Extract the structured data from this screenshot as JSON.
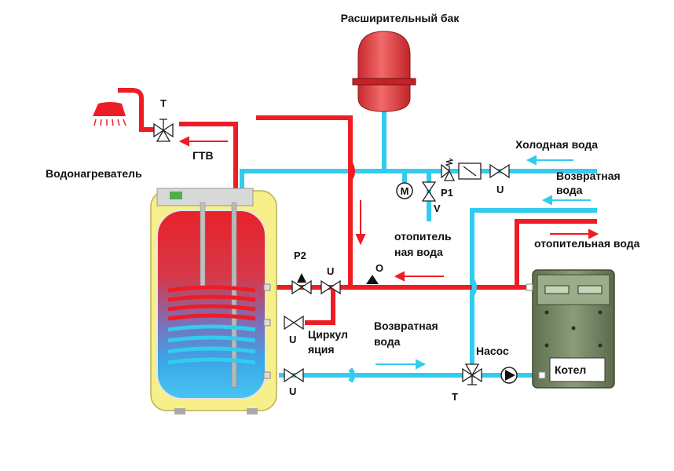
{
  "colors": {
    "hot_pipe": "#ee1c24",
    "cold_pipe": "#33ccee",
    "tank": "#e8424a",
    "boiler_body": "#7a8c6a",
    "heater_casing": "#f7f08a"
  },
  "labels": {
    "expansion_tank": "Расширительный бак",
    "cold_water": "Холодная вода",
    "return_water_top_1": "Возвратная",
    "return_water_top_2": "вода",
    "heating_water_right": "отопительная вода",
    "heating_water_mid_1": "отопитель",
    "heating_water_mid_2": "ная вода",
    "water_heater": "Водонагреватель",
    "hot_water": "ГТВ",
    "circulation_1": "Циркул",
    "circulation_2": "яция",
    "return_water_bottom_1": "Возвратная",
    "return_water_bottom_2": "вода",
    "pump": "Насос",
    "boiler": "Котел"
  },
  "component_marks": {
    "t_shower": "T",
    "t_pump": "T",
    "p1": "P1",
    "p2": "P2",
    "u_top": "U",
    "u_p2": "U",
    "u_circ": "U",
    "u_bottom": "U",
    "v": "V",
    "o": "O",
    "m": "M"
  },
  "icons": [
    "shower-icon",
    "three-way-valve-icon",
    "gate-valve-icon",
    "check-valve-icon",
    "pressure-gauge-icon",
    "safety-valve-icon",
    "filter-icon",
    "pump-icon",
    "flow-arrow-icon"
  ]
}
